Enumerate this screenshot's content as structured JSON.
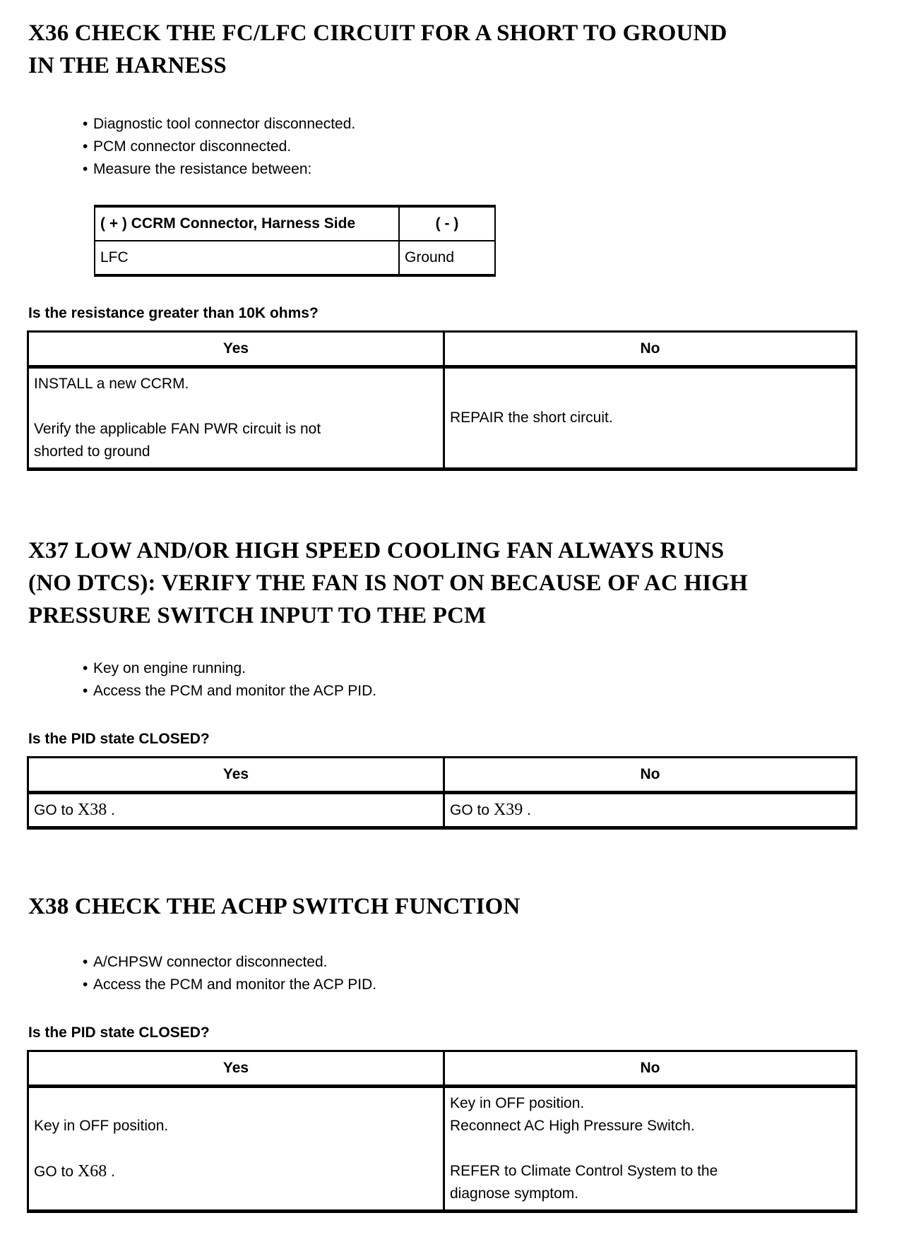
{
  "document": {
    "steps": [
      {
        "step_id": "X36",
        "heading_lines": [
          "X36 CHECK THE FC/LFC CIRCUIT FOR A SHORT TO GROUND",
          "IN THE HARNESS"
        ],
        "bullets": [
          "Diagnostic tool connector disconnected.",
          "PCM connector disconnected.",
          "Measure the resistance between:"
        ],
        "measurement_table": {
          "headers": [
            "( + ) CCRM Connector, Harness Side",
            "( - )"
          ],
          "row": [
            "LFC",
            "Ground"
          ]
        },
        "question": "Is the resistance greater than 10K ohms?",
        "decision_table": {
          "yes_header": "Yes",
          "no_header": "No",
          "yes_lines": [
            "INSTALL a new CCRM.",
            "Verify the applicable FAN PWR circuit is not",
            "shorted to ground"
          ],
          "no_lines": [
            "REPAIR the short circuit."
          ]
        }
      },
      {
        "step_id": "X37",
        "heading_lines": [
          "X37 LOW AND/OR HIGH SPEED COOLING FAN ALWAYS RUNS",
          "(NO DTCS): VERIFY THE FAN IS NOT ON BECAUSE OF AC HIGH",
          "PRESSURE SWITCH INPUT TO THE PCM"
        ],
        "bullets": [
          "Key on engine running.",
          "Access the PCM and monitor the ACP PID."
        ],
        "question": "Is the PID state CLOSED?",
        "decision_table": {
          "yes_header": "Yes",
          "no_header": "No",
          "yes_go": {
            "prefix": "GO to ",
            "link": "X38",
            "suffix": " ."
          },
          "no_go": {
            "prefix": "GO to ",
            "link": "X39",
            "suffix": " ."
          }
        }
      },
      {
        "step_id": "X38",
        "heading_lines": [
          "X38 CHECK THE ACHP SWITCH FUNCTION"
        ],
        "bullets": [
          "A/CHPSW connector disconnected.",
          "Access the PCM and monitor the ACP PID."
        ],
        "question": "Is the PID state CLOSED?",
        "decision_table": {
          "yes_header": "Yes",
          "no_header": "No",
          "yes_line1": "Key in OFF position.",
          "yes_go": {
            "prefix": "GO to ",
            "link": "X68",
            "suffix": " ."
          },
          "no_lines_para1": [
            "Key in OFF position.",
            "Reconnect AC High Pressure Switch."
          ],
          "no_lines_para2": [
            "REFER to Climate Control System to the",
            "diagnose symptom."
          ]
        }
      }
    ]
  }
}
